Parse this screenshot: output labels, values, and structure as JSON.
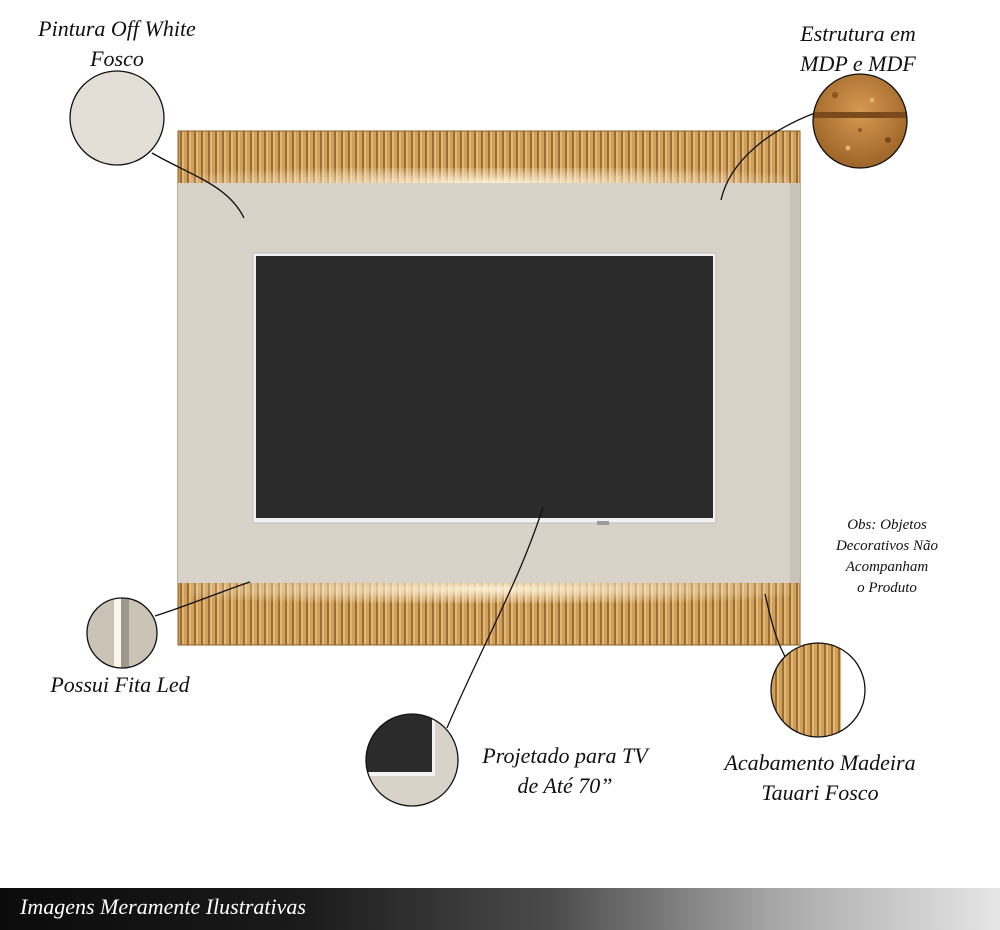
{
  "labels": {
    "paint": [
      "Pintura Off White",
      "Fosco"
    ],
    "structure": [
      "Estrutura em",
      "MDP e MDF"
    ],
    "led": [
      "Possui Fita Led"
    ],
    "tv": [
      "Projetado para TV",
      "de Até 70”"
    ],
    "wood": [
      "Acabamento Madeira",
      "Tauari Fosco"
    ]
  },
  "note": [
    "Obs: Objetos",
    "Decorativos Não",
    "Acompanham",
    "o Produto"
  ],
  "footer": {
    "text": "Imagens Meramente Ilustrativas"
  },
  "colors": {
    "off_white": "#d8d2c8",
    "wood": "#c99a58",
    "wood_dark": "#a87a3e",
    "screen": "#2b2b2b",
    "mdp": "#c38a45"
  }
}
